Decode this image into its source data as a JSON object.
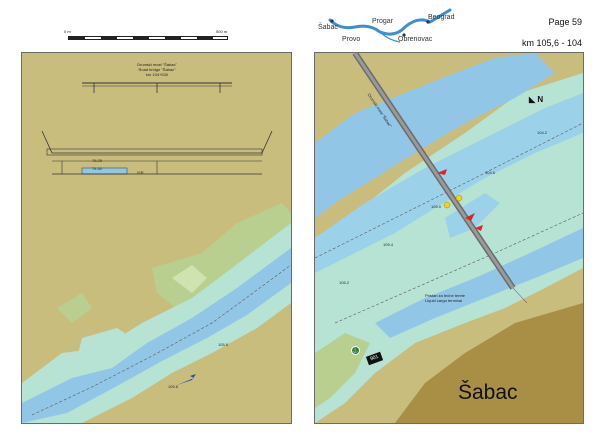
{
  "left_page": {
    "scale": {
      "start": "0 m",
      "end": "500 m"
    },
    "bridge_title": {
      "line1": "Drumski most \"Šabac\"",
      "line2": "Road bridge \"Šabac\"",
      "line3": "km 104+530"
    },
    "bridge_profile_labels": {
      "level_high": "78.25",
      "level_low": "74.50",
      "span": "ISR"
    },
    "river_km_labels": {
      "km_a": "105.8",
      "km_b": "105.6"
    }
  },
  "right_page": {
    "page_number": "Page 59",
    "km_range": "km 105,6 - 104",
    "inset_map": {
      "cities": [
        "Šabac",
        "Provo",
        "Progar",
        "Beograd",
        "Obrenovac"
      ]
    },
    "bridge_side_label": "Drumski most \"Šabac\"",
    "terminal_label": {
      "line1": "Pristan za tečne terete",
      "line2": "Liquid cargo terminal"
    },
    "km_marker": "901",
    "town": "Šabac",
    "north_label": "N",
    "river_km_labels": {
      "km_a": "104.2",
      "km_b": "104.6",
      "km_c": "105.0",
      "km_d": "105.4",
      "km_e": "105.2"
    }
  },
  "colors": {
    "land": "#c9bd7e",
    "shallow_water": "#b6e3d4",
    "deep_water": "#92c6e6",
    "channel": "#9cd1ea",
    "dark_land": "#a88f45",
    "frame": "#6b6b6b"
  },
  "icons": [
    "north-arrow-icon",
    "berth-icon",
    "buoy-icon",
    "bridge-icon"
  ]
}
